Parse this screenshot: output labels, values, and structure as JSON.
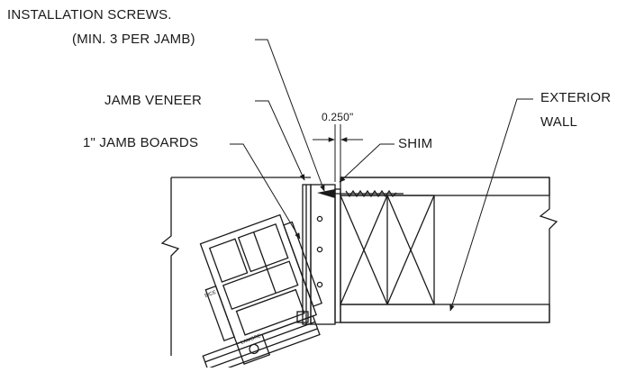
{
  "labels": {
    "screws_line1": "INSTALLATION SCREWS.",
    "screws_line2": "(MIN. 3 PER JAMB)",
    "jamb_veneer": "JAMB VENEER",
    "jamb_boards": "1\" JAMB BOARDS",
    "dimension": "0.250\"",
    "shim": "SHIM",
    "exterior_line1": "EXTERIOR",
    "exterior_line2": "WALL"
  },
  "colors": {
    "line": "#1a1a1a",
    "background": "#ffffff"
  }
}
